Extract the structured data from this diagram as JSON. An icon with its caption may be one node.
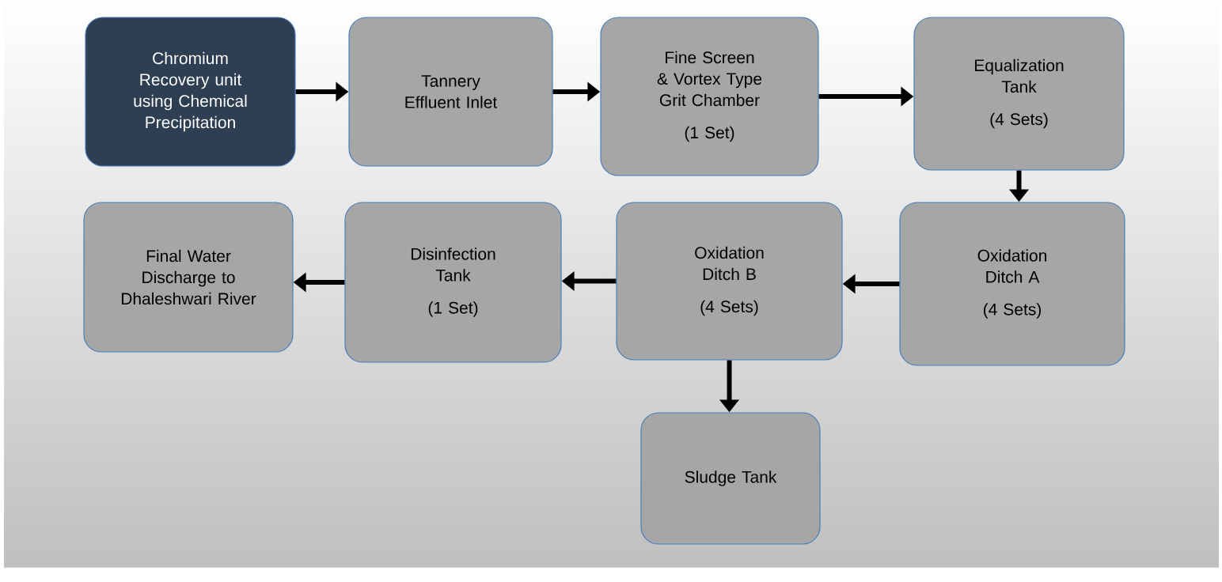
{
  "diagram": {
    "nodes": [
      {
        "text": [
          "Chromium Recovery unit using Chemical Precipitation"
        ]
      },
      {
        "text": [
          "Tannery Effluent Inlet"
        ]
      },
      {
        "text": [
          "Fine Screen & Vortex Type Grit Chamber",
          "(1 Set)"
        ]
      },
      {
        "text": [
          "Equalization Tank",
          "(4 Sets)"
        ]
      },
      {
        "text": [
          "Oxidation Ditch A",
          "(4 Sets)"
        ]
      },
      {
        "text": [
          "Oxidation Ditch B",
          "(4 Sets)"
        ]
      },
      {
        "text": [
          "Disinfection Tank",
          "(1 Set)"
        ]
      },
      {
        "text": [
          "Final Water Discharge to Dhaleshwari River"
        ]
      },
      {
        "text": [
          "Sludge Tank"
        ]
      }
    ],
    "edges": [
      {
        "from": 0,
        "to": 1,
        "arrow": "to"
      },
      {
        "from": 1,
        "to": 2,
        "arrow": "to"
      },
      {
        "from": 2,
        "to": 3,
        "arrow": "to"
      },
      {
        "from": 3,
        "to": 4,
        "arrow": "to"
      },
      {
        "from": 4,
        "to": 5,
        "arrow": "to"
      },
      {
        "from": 5,
        "to": 6,
        "arrow": "to"
      },
      {
        "from": 6,
        "to": 7,
        "arrow": "to"
      },
      {
        "from": 5,
        "to": 8,
        "arrow": "to"
      }
    ]
  }
}
